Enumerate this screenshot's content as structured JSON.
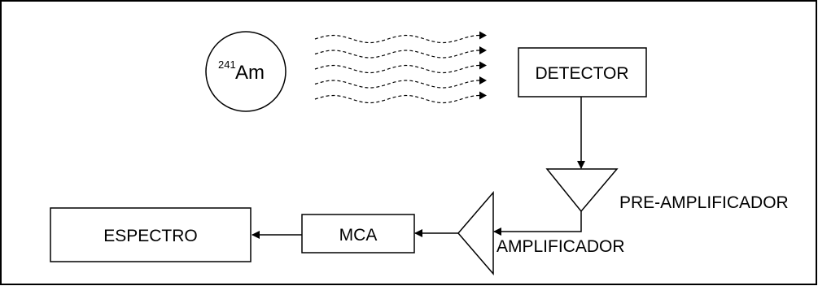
{
  "diagram": {
    "source": {
      "mass_number": "241",
      "element": "Am"
    },
    "radiation": {
      "ray_count": 5
    },
    "nodes": {
      "detector": "DETECTOR",
      "preamplifier": "PRE-AMPLIFICADOR",
      "amplifier": "AMPLIFICADOR",
      "mca": "MCA",
      "spectrum": "ESPECTRO"
    },
    "colors": {
      "stroke": "#000000",
      "background": "#ffffff"
    }
  }
}
